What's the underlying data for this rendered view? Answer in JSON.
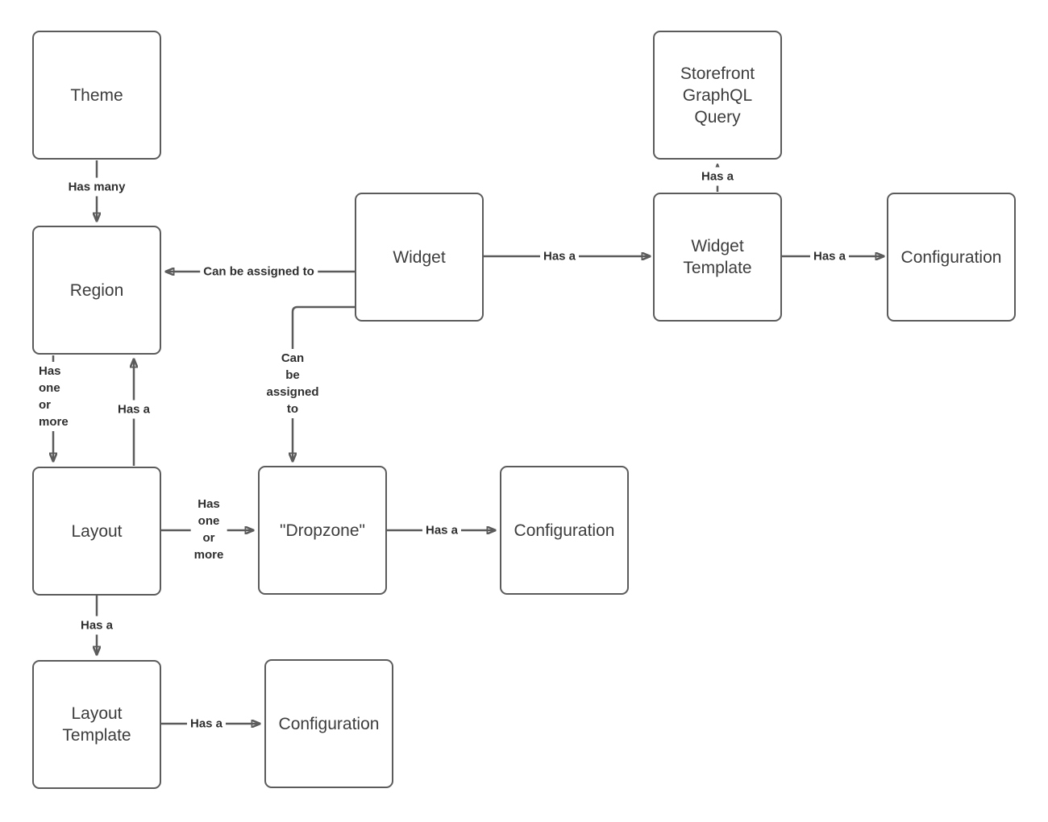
{
  "diagram": {
    "background_color": "#ffffff",
    "stroke_color": "#5b5b5b",
    "node_text_color": "#3d3d3d",
    "edge_label_color": "#2f2f2f"
  },
  "nodes": [
    {
      "id": "theme",
      "label": "Theme"
    },
    {
      "id": "region",
      "label": "Region"
    },
    {
      "id": "widget",
      "label": "Widget"
    },
    {
      "id": "storefront-graphql-query",
      "label": "Storefront\nGraphQL\nQuery"
    },
    {
      "id": "widget-template",
      "label": "Widget\nTemplate"
    },
    {
      "id": "configuration-of-widget-template",
      "label": "Configuration"
    },
    {
      "id": "layout",
      "label": "Layout"
    },
    {
      "id": "dropzone",
      "label": "\"Dropzone\""
    },
    {
      "id": "configuration-of-dropzone",
      "label": "Configuration"
    },
    {
      "id": "layout-template",
      "label": "Layout\nTemplate"
    },
    {
      "id": "configuration-of-layout-template",
      "label": "Configuration"
    }
  ],
  "edges": [
    {
      "from": "theme",
      "to": "region",
      "label": "Has many"
    },
    {
      "from": "widget",
      "to": "region",
      "label": "Can be assigned to"
    },
    {
      "from": "widget",
      "to": "dropzone",
      "label": "Can\nbe\nassigned\nto"
    },
    {
      "from": "widget",
      "to": "widget-template",
      "label": "Has a"
    },
    {
      "from": "widget-template",
      "to": "storefront-graphql-query",
      "label": "Has a"
    },
    {
      "from": "widget-template",
      "to": "configuration-of-widget-template",
      "label": "Has a"
    },
    {
      "from": "region",
      "to": "layout",
      "label": "Has\none\nor\nmore"
    },
    {
      "from": "layout",
      "to": "region",
      "label": "Has a"
    },
    {
      "from": "layout",
      "to": "dropzone",
      "label": "Has\none\nor\nmore"
    },
    {
      "from": "dropzone",
      "to": "configuration-of-dropzone",
      "label": "Has a"
    },
    {
      "from": "layout",
      "to": "layout-template",
      "label": "Has a"
    },
    {
      "from": "layout-template",
      "to": "configuration-of-layout-template",
      "label": "Has a"
    }
  ]
}
